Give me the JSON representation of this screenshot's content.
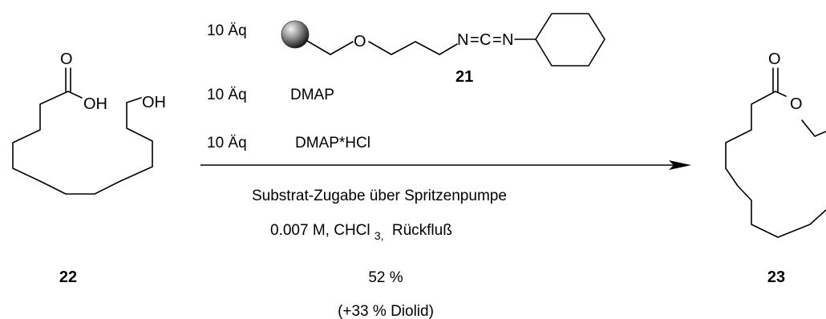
{
  "reagents": {
    "line1_amount": "10 Äq",
    "line2_amount": "10 Äq",
    "line2_name": "DMAP",
    "line3_amount": "10 Äq",
    "line3_name": "DMAP*HCl",
    "reagent_number": "21"
  },
  "reagent_atoms": {
    "oxygen": "O",
    "n1": "N",
    "c": "C",
    "n2": "N",
    "eq1": "=",
    "eq2": "="
  },
  "conditions": {
    "addition": "Substrat-Zugabe über Spritzenpumpe",
    "conc_prefix": "0.007 M,",
    "solvent_main": "CHCl",
    "solvent_sub": "3,",
    "reflux": "Rückfluß",
    "yield": "52 %",
    "byproduct": "(+33 % Diolid)"
  },
  "substrate": {
    "number": "22",
    "atoms": {
      "carbonyl_o": "O",
      "acid_oh": "OH",
      "alcohol_oh": "OH"
    }
  },
  "product": {
    "number": "23",
    "atoms": {
      "carbonyl_o": "O",
      "ring_o": "O"
    }
  }
}
